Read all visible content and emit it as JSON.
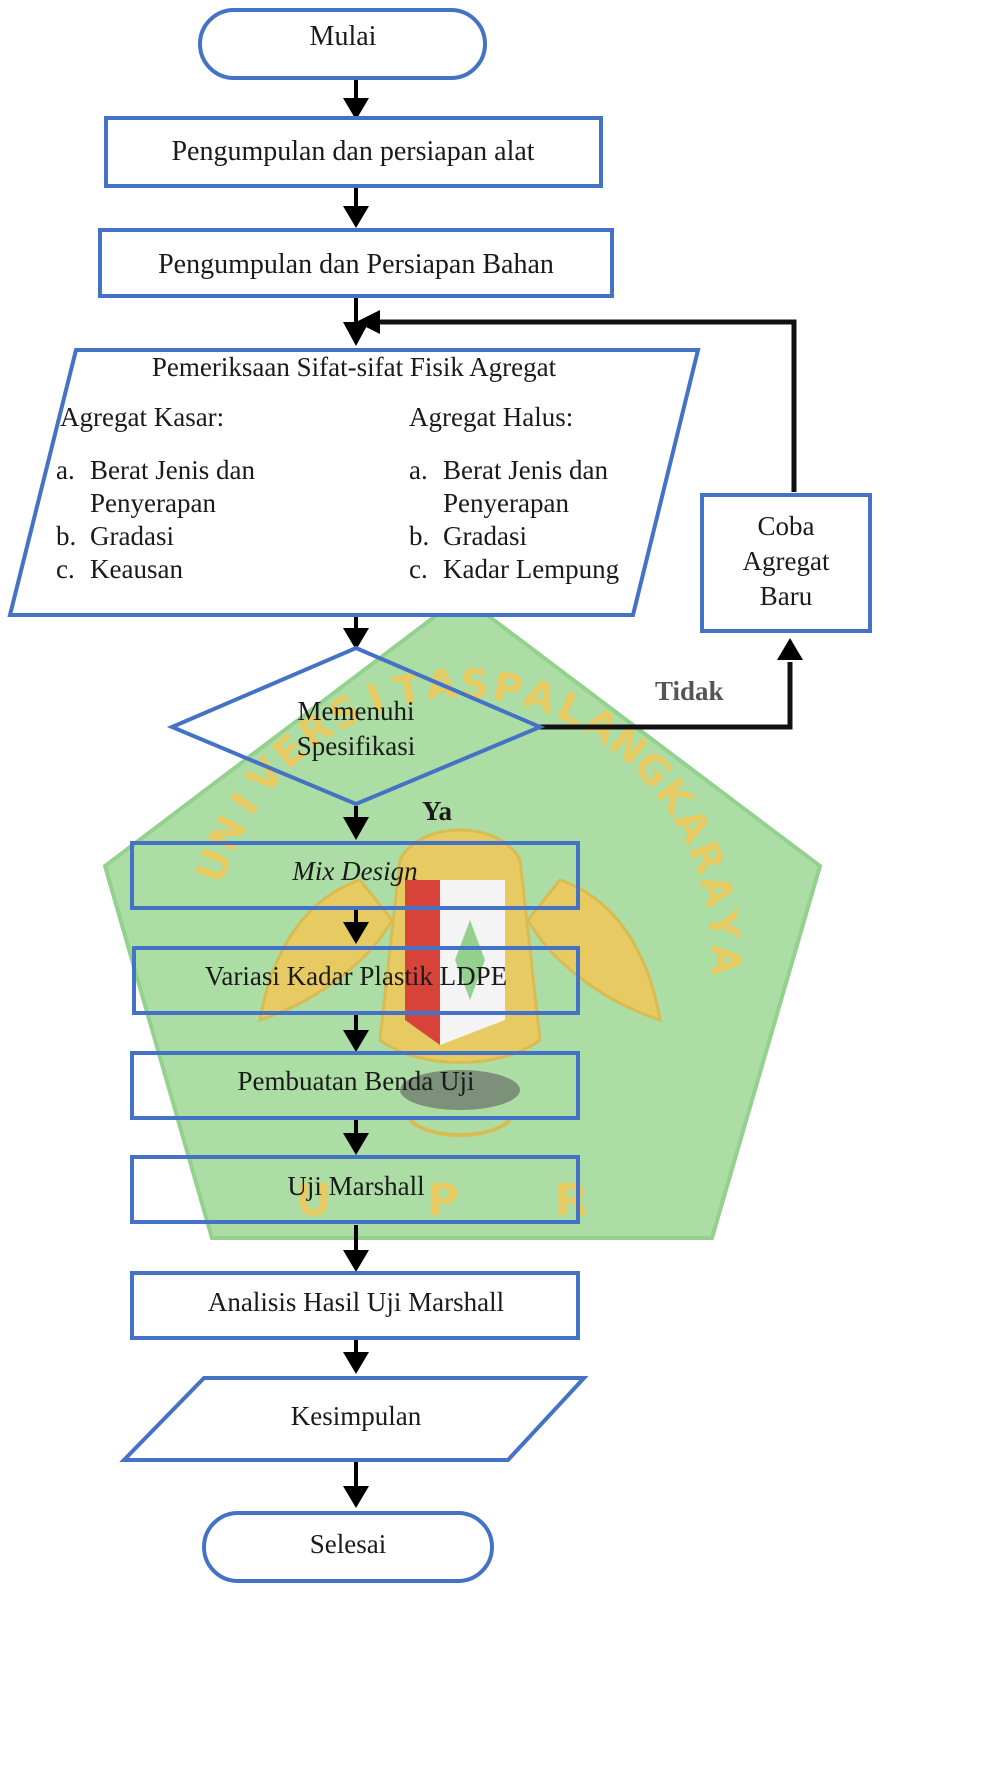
{
  "flowchart": {
    "start": "Mulai",
    "step_alat": "Pengumpulan dan persiapan alat",
    "step_bahan": "Pengumpulan dan Persiapan Bahan",
    "pemeriksaan": {
      "title": "Pemeriksaan Sifat-sifat Fisik Agregat",
      "kasar": {
        "heading": "Agregat Kasar:",
        "items": [
          {
            "marker": "a.",
            "lines": [
              "Berat Jenis dan",
              "Penyerapan"
            ]
          },
          {
            "marker": "b.",
            "lines": [
              "Gradasi"
            ]
          },
          {
            "marker": "c.",
            "lines": [
              "Keausan"
            ]
          }
        ]
      },
      "halus": {
        "heading": "Agregat Halus:",
        "items": [
          {
            "marker": "a.",
            "lines": [
              "Berat Jenis dan",
              "Penyerapan"
            ]
          },
          {
            "marker": "b.",
            "lines": [
              "Gradasi"
            ]
          },
          {
            "marker": "c.",
            "lines": [
              "Kadar Lempung"
            ]
          }
        ]
      }
    },
    "decision": {
      "line1": "Memenuhi",
      "line2": "Spesifikasi"
    },
    "label_yes": "Ya",
    "label_no": "Tidak",
    "coba": {
      "line1": "Coba",
      "line2": "Agregat",
      "line3": "Baru"
    },
    "mix_design": "Mix Design",
    "variasi": "Variasi Kadar Plastik LDPE",
    "pembuatan": "Pembuatan Benda Uji",
    "uji": "Uji Marshall",
    "analisis": "Analisis Hasil Uji Marshall",
    "kesimpulan": "Kesimpulan",
    "end": "Selesai"
  },
  "watermark": {
    "letters": [
      "U",
      "N",
      "I",
      "V",
      "E",
      "R",
      "S",
      "I",
      "T",
      "A",
      "S",
      "P",
      "A",
      "L",
      "A",
      "N",
      "G",
      "K",
      "A",
      "R",
      "A",
      "Y",
      "A"
    ],
    "bottom": "U P R",
    "colors": {
      "green": "#a8dca0",
      "gold": "#e6c85a",
      "red": "#d6392f"
    }
  },
  "colors": {
    "box_stroke": "#4472c4",
    "arrow": "#000000"
  }
}
